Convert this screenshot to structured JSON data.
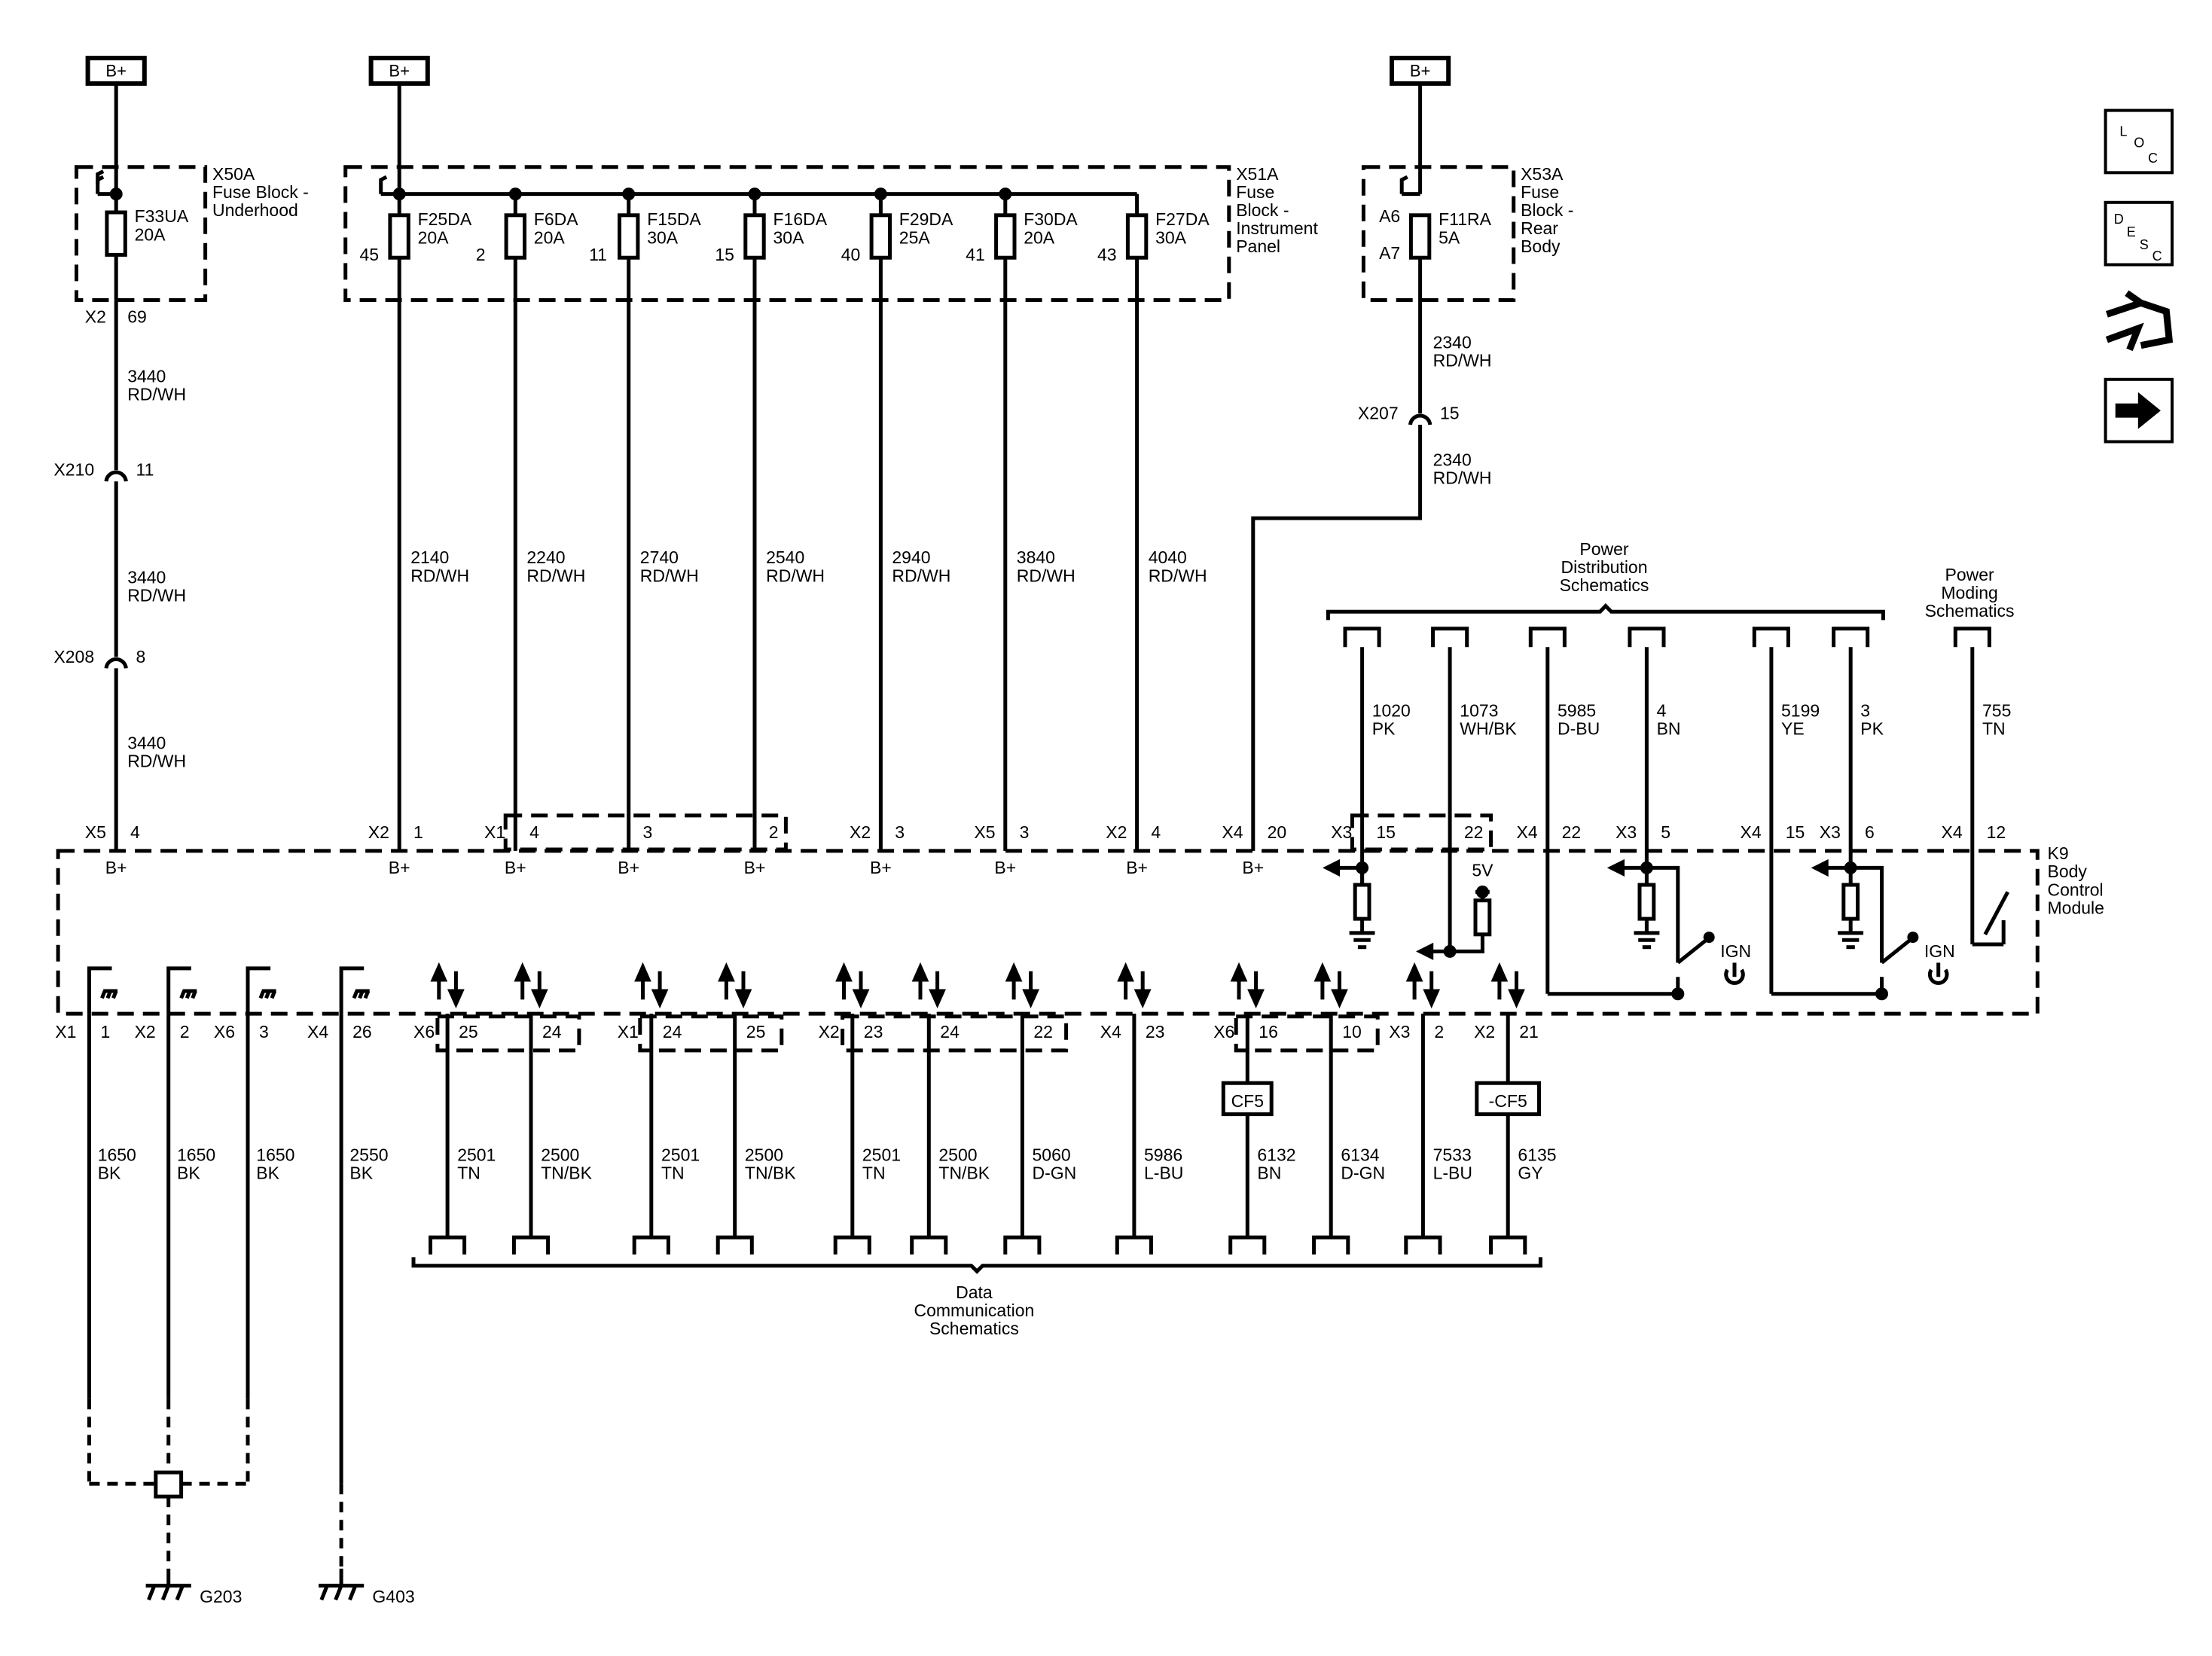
{
  "bplus": "B+",
  "fuse_blocks": [
    {
      "id": "X50A",
      "name": [
        "Fuse Block -",
        "Underhood"
      ]
    },
    {
      "id": "X51A",
      "name": [
        "Fuse",
        "Block -",
        "Instrument",
        "Panel"
      ]
    },
    {
      "id": "X53A",
      "name": [
        "Fuse",
        "Block -",
        "Rear",
        "Body"
      ]
    }
  ],
  "fuses": [
    {
      "id": "F33UA",
      "amp": "20A",
      "pin": ""
    },
    {
      "id": "F25DA",
      "amp": "20A",
      "pin": "45"
    },
    {
      "id": "F6DA",
      "amp": "20A",
      "pin": "2"
    },
    {
      "id": "F15DA",
      "amp": "30A",
      "pin": "11"
    },
    {
      "id": "F16DA",
      "amp": "30A",
      "pin": "15"
    },
    {
      "id": "F29DA",
      "amp": "25A",
      "pin": "40"
    },
    {
      "id": "F30DA",
      "amp": "20A",
      "pin": "41"
    },
    {
      "id": "F27DA",
      "amp": "30A",
      "pin": "43"
    },
    {
      "id": "F11RA",
      "amp": "5A",
      "pin": ""
    }
  ],
  "x53a_pins": [
    "A6",
    "A7"
  ],
  "x50a_out": {
    "conn": "X2",
    "pin": "69"
  },
  "inline_connectors": [
    {
      "id": "X210",
      "pin": "11"
    },
    {
      "id": "X208",
      "pin": "8"
    },
    {
      "id": "X207",
      "pin": "15"
    }
  ],
  "top_wires": [
    {
      "circuit": "3440",
      "color": "RD/WH"
    },
    {
      "circuit": "3440",
      "color": "RD/WH"
    },
    {
      "circuit": "3440",
      "color": "RD/WH"
    },
    {
      "circuit": "2140",
      "color": "RD/WH"
    },
    {
      "circuit": "2240",
      "color": "RD/WH"
    },
    {
      "circuit": "2740",
      "color": "RD/WH"
    },
    {
      "circuit": "2540",
      "color": "RD/WH"
    },
    {
      "circuit": "2940",
      "color": "RD/WH"
    },
    {
      "circuit": "3840",
      "color": "RD/WH"
    },
    {
      "circuit": "4040",
      "color": "RD/WH"
    },
    {
      "circuit": "2340",
      "color": "RD/WH"
    },
    {
      "circuit": "2340",
      "color": "RD/WH"
    }
  ],
  "power_dist_label": [
    "Power",
    "Distribution",
    "Schematics"
  ],
  "power_moding_label": [
    "Power",
    "Moding",
    "Schematics"
  ],
  "signal_wires": [
    {
      "circuit": "1020",
      "color": "PK"
    },
    {
      "circuit": "1073",
      "color": "WH/BK"
    },
    {
      "circuit": "5985",
      "color": "D-BU"
    },
    {
      "circuit": "4",
      "color": "BN"
    },
    {
      "circuit": "5199",
      "color": "YE"
    },
    {
      "circuit": "3",
      "color": "PK"
    },
    {
      "circuit": "755",
      "color": "TN"
    }
  ],
  "module_top_pins": [
    {
      "conn": "X5",
      "pin": "4"
    },
    {
      "conn": "X2",
      "pin": "1"
    },
    {
      "conn": "X1",
      "pin": "4"
    },
    {
      "conn": "",
      "pin": "3"
    },
    {
      "conn": "",
      "pin": "2"
    },
    {
      "conn": "X2",
      "pin": "3"
    },
    {
      "conn": "X5",
      "pin": "3"
    },
    {
      "conn": "X2",
      "pin": "4"
    },
    {
      "conn": "X4",
      "pin": "20"
    },
    {
      "conn": "X3",
      "pin": "15"
    },
    {
      "conn": "",
      "pin": "22"
    },
    {
      "conn": "X4",
      "pin": "22"
    },
    {
      "conn": "X3",
      "pin": "5"
    },
    {
      "conn": "X4",
      "pin": "15"
    },
    {
      "conn": "X3",
      "pin": "6"
    },
    {
      "conn": "X4",
      "pin": "12"
    }
  ],
  "module": {
    "id": "K9",
    "name": [
      "Body",
      "Control",
      "Module"
    ],
    "v5": "5V",
    "ign": "IGN"
  },
  "module_bottom_pins": [
    {
      "conn": "X1",
      "pin": "1"
    },
    {
      "conn": "X2",
      "pin": "2"
    },
    {
      "conn": "X6",
      "pin": "3"
    },
    {
      "conn": "X4",
      "pin": "26"
    },
    {
      "conn": "X6",
      "pin": "25"
    },
    {
      "conn": "",
      "pin": "24"
    },
    {
      "conn": "X1",
      "pin": "24"
    },
    {
      "conn": "",
      "pin": "25"
    },
    {
      "conn": "X2",
      "pin": "23"
    },
    {
      "conn": "",
      "pin": "24"
    },
    {
      "conn": "",
      "pin": "22"
    },
    {
      "conn": "X4",
      "pin": "23"
    },
    {
      "conn": "X6",
      "pin": "16"
    },
    {
      "conn": "",
      "pin": "10"
    },
    {
      "conn": "X3",
      "pin": "2"
    },
    {
      "conn": "X2",
      "pin": "21"
    }
  ],
  "ground_wires": [
    {
      "circuit": "1650",
      "color": "BK"
    },
    {
      "circuit": "1650",
      "color": "BK"
    },
    {
      "circuit": "1650",
      "color": "BK"
    },
    {
      "circuit": "2550",
      "color": "BK"
    }
  ],
  "data_wires": [
    {
      "circuit": "2501",
      "color": "TN"
    },
    {
      "circuit": "2500",
      "color": "TN/BK"
    },
    {
      "circuit": "2501",
      "color": "TN"
    },
    {
      "circuit": "2500",
      "color": "TN/BK"
    },
    {
      "circuit": "2501",
      "color": "TN"
    },
    {
      "circuit": "2500",
      "color": "TN/BK"
    },
    {
      "circuit": "5060",
      "color": "D-GN"
    },
    {
      "circuit": "5986",
      "color": "L-BU"
    },
    {
      "circuit": "6132",
      "color": "BN"
    },
    {
      "circuit": "6134",
      "color": "D-GN"
    },
    {
      "circuit": "7533",
      "color": "L-BU"
    },
    {
      "circuit": "6135",
      "color": "GY"
    }
  ],
  "cf_labels": [
    "CF5",
    "-CF5"
  ],
  "data_comm_label": [
    "Data",
    "Communication",
    "Schematics"
  ],
  "grounds": [
    "G203",
    "G403"
  ],
  "nav_icons": [
    {
      "name": "loc-icon",
      "letters": [
        "L",
        "O",
        "C"
      ]
    },
    {
      "name": "desc-icon",
      "letters": [
        "D",
        "E",
        "S",
        "C"
      ]
    },
    {
      "name": "harness-icon"
    },
    {
      "name": "next-arrow-icon"
    }
  ]
}
